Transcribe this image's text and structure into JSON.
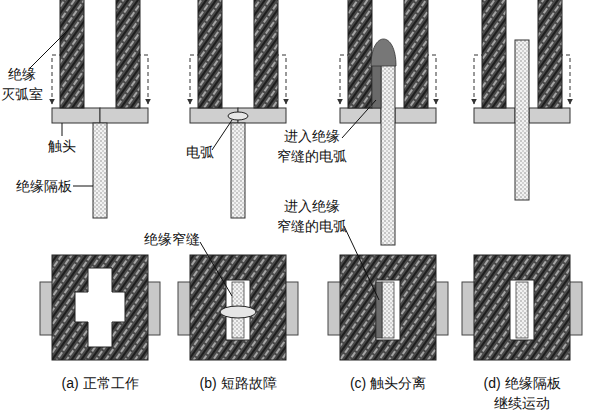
{
  "diagram": {
    "labels": [
      "绝缘 灭弧室",
      "触头",
      "绝缘隔板",
      "电弧",
      "进入绝缘 窄缝的电弧",
      "绝缘窄缝",
      "进入绝缘 窄缝的电弧",
      "(a) 正常工作",
      "(b) 短路故障",
      "(c) 触头分离",
      "(d) 绝缘隔板 继续运动"
    ]
  }
}
